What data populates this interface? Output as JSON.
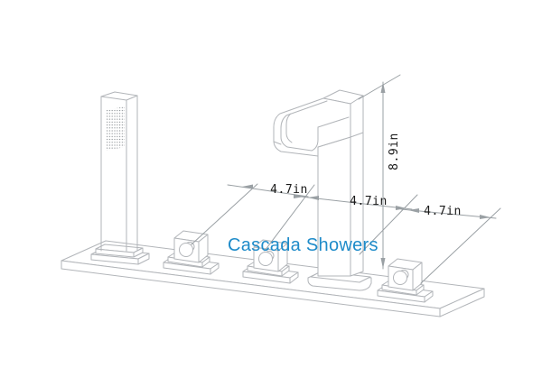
{
  "diagram": {
    "brand_label": "Cascada Showers",
    "brand_color": "#1e8bc9",
    "line_color": "#b2b5b9",
    "dimension_line_color": "#9aa0a4",
    "dimension_text_color": "#1a1a1a",
    "background_color": "#ffffff",
    "dimensions": {
      "handle1_to_handle2": "4.7in",
      "handle2_to_spout": "4.7in",
      "spout_to_handle3": "4.7in",
      "spout_height": "8.9in"
    }
  }
}
